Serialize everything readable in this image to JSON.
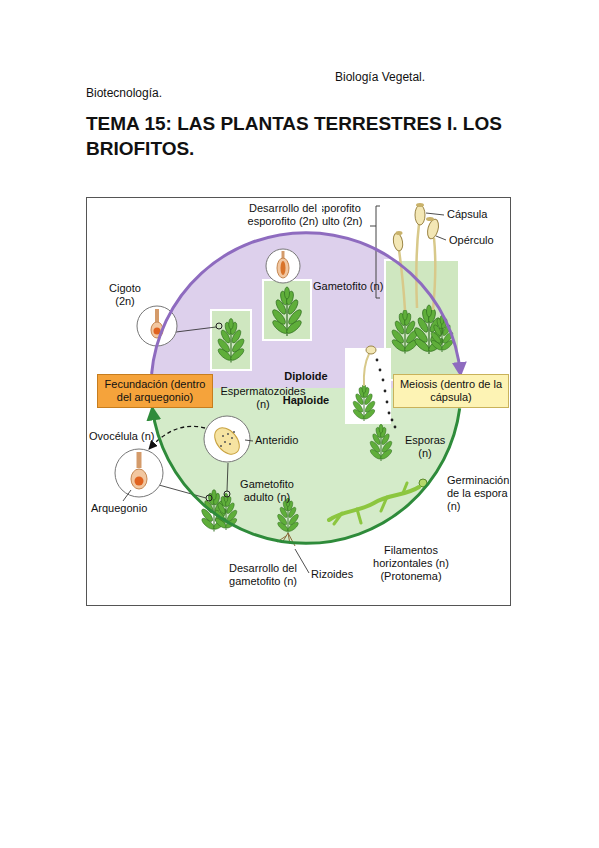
{
  "diagram": {
    "title": "TEMA 15: LAS PLANTAS TERRESTRES I. LOS BRIOFITOS.",
    "nodes": [
      {
        "text": [
          "Diploide"
        ]
      },
      {
        "text": [
          "Haploide"
        ]
      },
      {
        "text": [
          "Fecundación (dentro del arquegonio)"
        ]
      },
      {
        "text": [
          "Meiosis (dentro de la cápsula)"
        ]
      }
    ],
    "edges": [
      {
        "from": 2,
        "to": 3,
        "arrow": "to"
      },
      {
        "from": 3,
        "to": 2,
        "arrow": "to"
      }
    ],
    "labels": [
      "Biología Vegetal.",
      "Biotecnología.",
      "Esporofito adulto (2n)",
      "Cápsula",
      "Opérculo",
      "Desarrollo del esporofito (2n)",
      "Gametofito (n)",
      "Cigoto (2n)",
      "Espermatozoides (n)",
      "Esporas (n)",
      "Ovocélula (n)",
      "Anteridio",
      "Gametofito adulto (n)",
      "Arquegonio",
      "Germinación de la espora (n)",
      "Filamentos horizontales (n) (Protonema)",
      "Rizoides",
      "Desarrollo del gametofito (n)"
    ]
  }
}
